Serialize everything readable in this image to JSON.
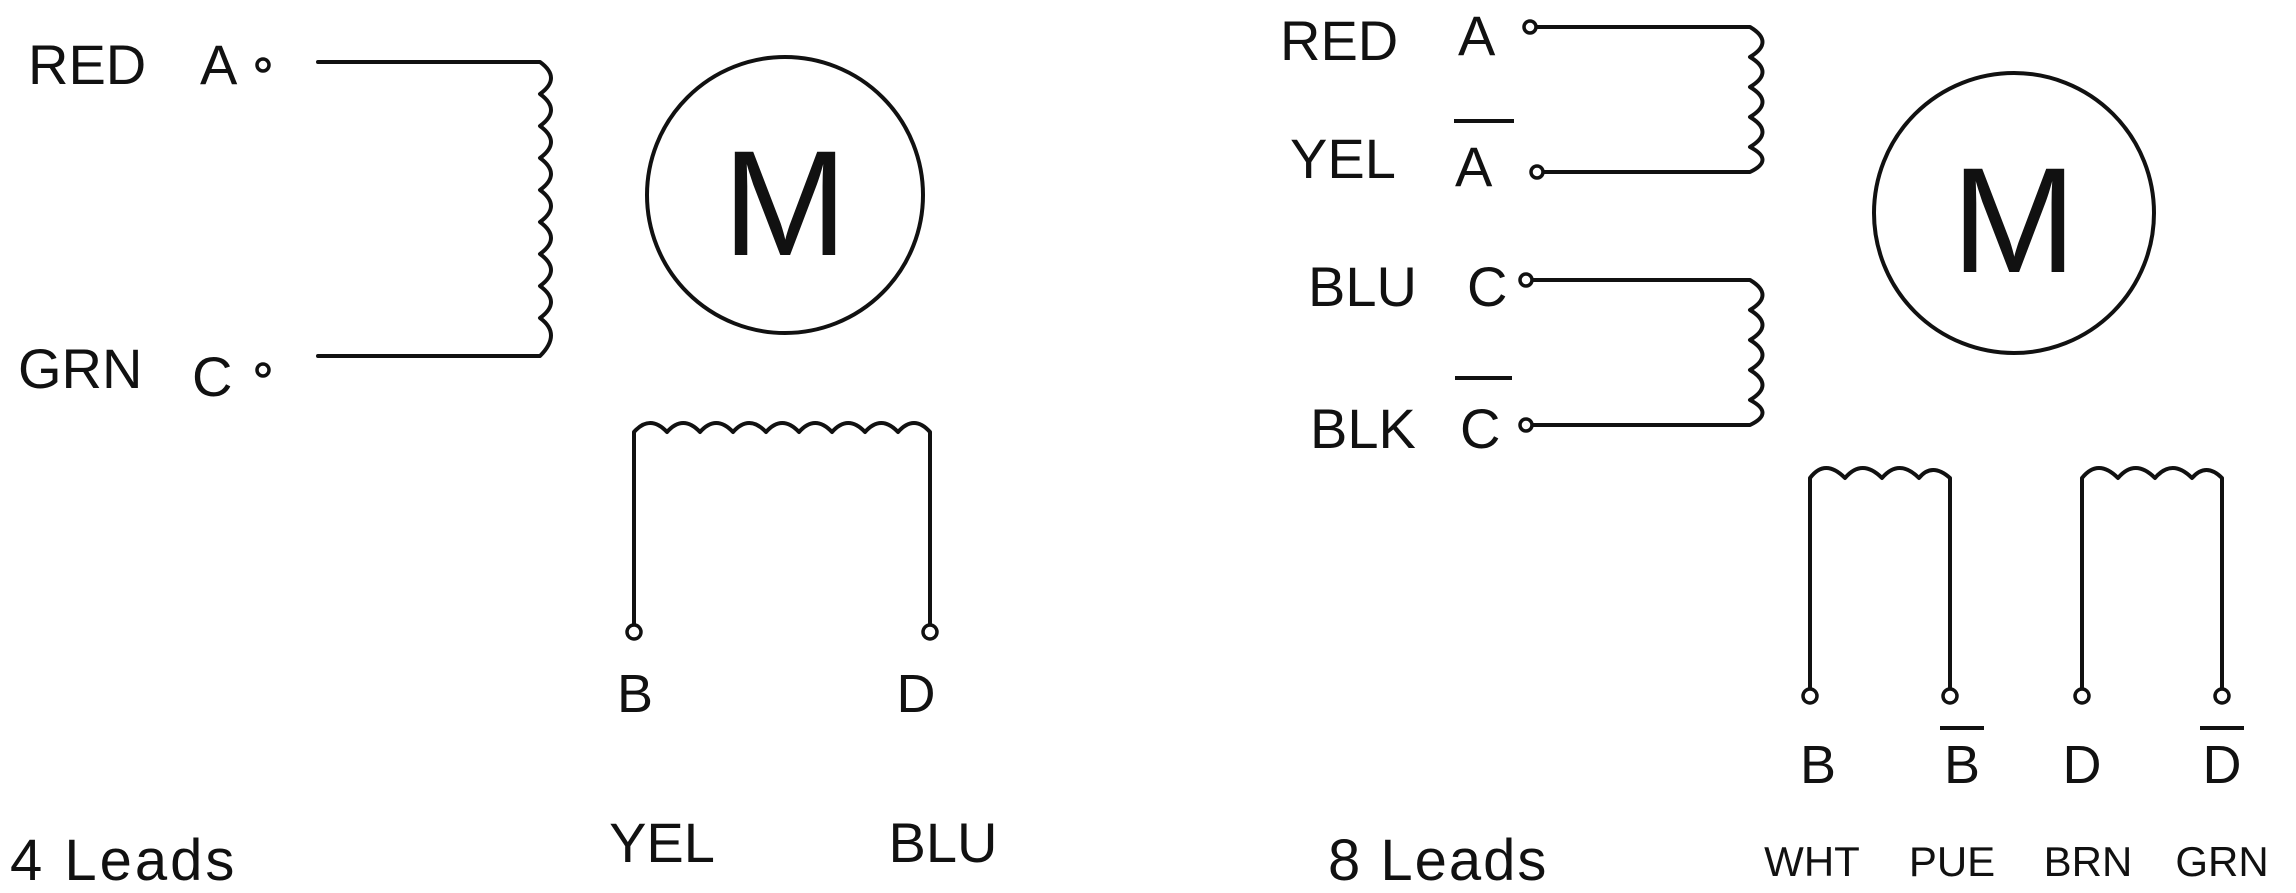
{
  "left_diagram": {
    "caption": "4 Leads",
    "motor_label": "M",
    "leads": [
      {
        "wire": "RED",
        "terminal": "A"
      },
      {
        "wire": "GRN",
        "terminal": "C"
      },
      {
        "wire": "YEL",
        "terminal": "B"
      },
      {
        "wire": "BLU",
        "terminal": "D"
      }
    ]
  },
  "right_diagram": {
    "caption": "8 Leads",
    "motor_label": "M",
    "leads": [
      {
        "wire": "RED",
        "terminal": "A"
      },
      {
        "wire": "YEL",
        "terminal": "A",
        "overbar": true
      },
      {
        "wire": "BLU",
        "terminal": "C"
      },
      {
        "wire": "BLK",
        "terminal": "C",
        "overbar": true
      },
      {
        "wire": "WHT",
        "terminal": "B"
      },
      {
        "wire": "PUE",
        "terminal": "B",
        "overbar": true
      },
      {
        "wire": "BRN",
        "terminal": "D"
      },
      {
        "wire": "GRN",
        "terminal": "D",
        "overbar": true
      }
    ]
  }
}
